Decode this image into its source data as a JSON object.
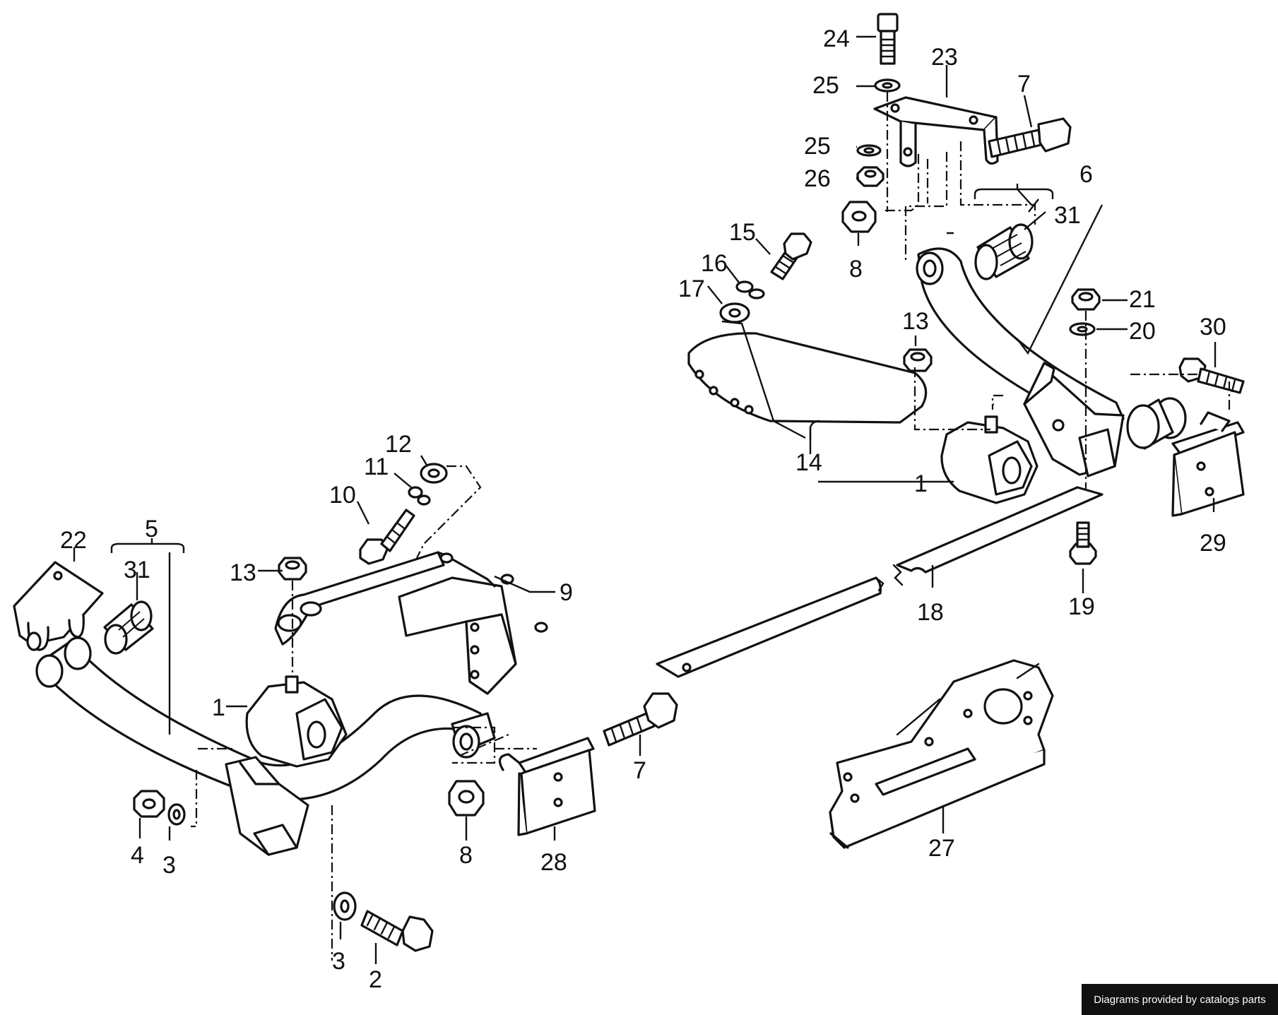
{
  "credit": "Diagrams provided by catalogs parts",
  "callouts": {
    "c24": "24",
    "c23": "23",
    "c7a": "7",
    "c25a": "25",
    "c25b": "25",
    "c26": "26",
    "c6": "6",
    "c31a": "31",
    "c8a": "8",
    "c15": "15",
    "c16": "16",
    "c17": "17",
    "c21": "21",
    "c20": "20",
    "c13a": "13",
    "c30": "30",
    "c14": "14",
    "c1a": "1",
    "c29": "29",
    "c19": "19",
    "c18": "18",
    "c12": "12",
    "c11": "11",
    "c10": "10",
    "c22": "22",
    "c5": "5",
    "c31b": "31",
    "c13b": "13",
    "c9": "9",
    "c1b": "1",
    "c7b": "7",
    "c8b": "8",
    "c28": "28",
    "c27": "27",
    "c4": "4",
    "c3a": "3",
    "c3b": "3",
    "c2": "2"
  }
}
